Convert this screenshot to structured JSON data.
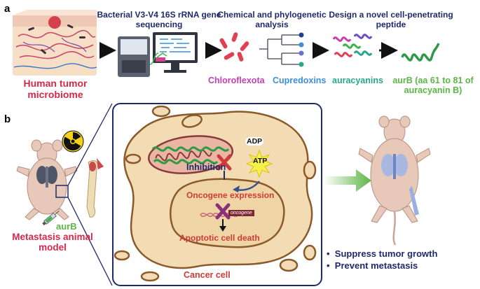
{
  "panel_a": {
    "label": "a",
    "steps": {
      "sequencing": "Bacterial V3-V4 16S rRNA gene sequencing",
      "analysis": "Chemical and phylogenetic analysis",
      "design": "Design a novel cell-penetrating peptide"
    },
    "source": "Human tumor microbiome",
    "taxa": {
      "chloroflexota": "Chloroflexota",
      "cupredoxins": "Cupredoxins",
      "auracyanins": "auracyanins",
      "aurb_full": "aurB (aa 61 to 81 of auracyanin B)"
    },
    "colors": {
      "chloroflexota": "#c43fb0",
      "cupredoxins": "#3b8fd6",
      "auracyanins": "#2aa58a",
      "aurb": "#5cb545"
    }
  },
  "panel_b": {
    "label": "b",
    "model": "Metastasis animal model",
    "aurb": "aurB",
    "adp": "ADP",
    "atp": "ATP",
    "inhibition": "Inhibition",
    "oncogene_expression": "Oncogene expression",
    "oncogene": "oncogene",
    "apoptotic": "Apoptotic cell death",
    "cancer_cell": "Cancer cell",
    "outcomes": [
      "Suppress tumor growth",
      "Prevent metastasis"
    ]
  }
}
